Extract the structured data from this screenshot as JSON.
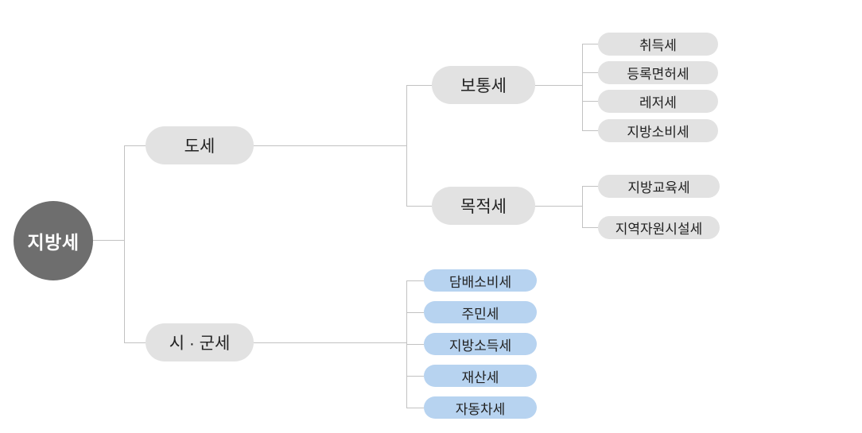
{
  "tree": {
    "root": {
      "label": "지방세"
    },
    "branches": [
      {
        "label": "도세",
        "children": [
          {
            "label": "보통세",
            "children": [
              {
                "label": "취득세"
              },
              {
                "label": "등록면허세"
              },
              {
                "label": "레저세"
              },
              {
                "label": "지방소비세"
              }
            ]
          },
          {
            "label": "목적세",
            "children": [
              {
                "label": "지방교육세"
              },
              {
                "label": "지역자원시설세"
              }
            ]
          }
        ]
      },
      {
        "label": "시 · 군세",
        "children": [
          {
            "label": "담배소비세"
          },
          {
            "label": "주민세"
          },
          {
            "label": "지방소득세"
          },
          {
            "label": "재산세"
          },
          {
            "label": "자동차세"
          }
        ]
      }
    ]
  },
  "colors": {
    "root_bg": "#6e6e6e",
    "root_text": "#ffffff",
    "node_gray": "#e2e2e2",
    "node_blue": "#b7d3f0",
    "line": "#c2c2c2",
    "text": "#222222",
    "background": "#ffffff"
  }
}
